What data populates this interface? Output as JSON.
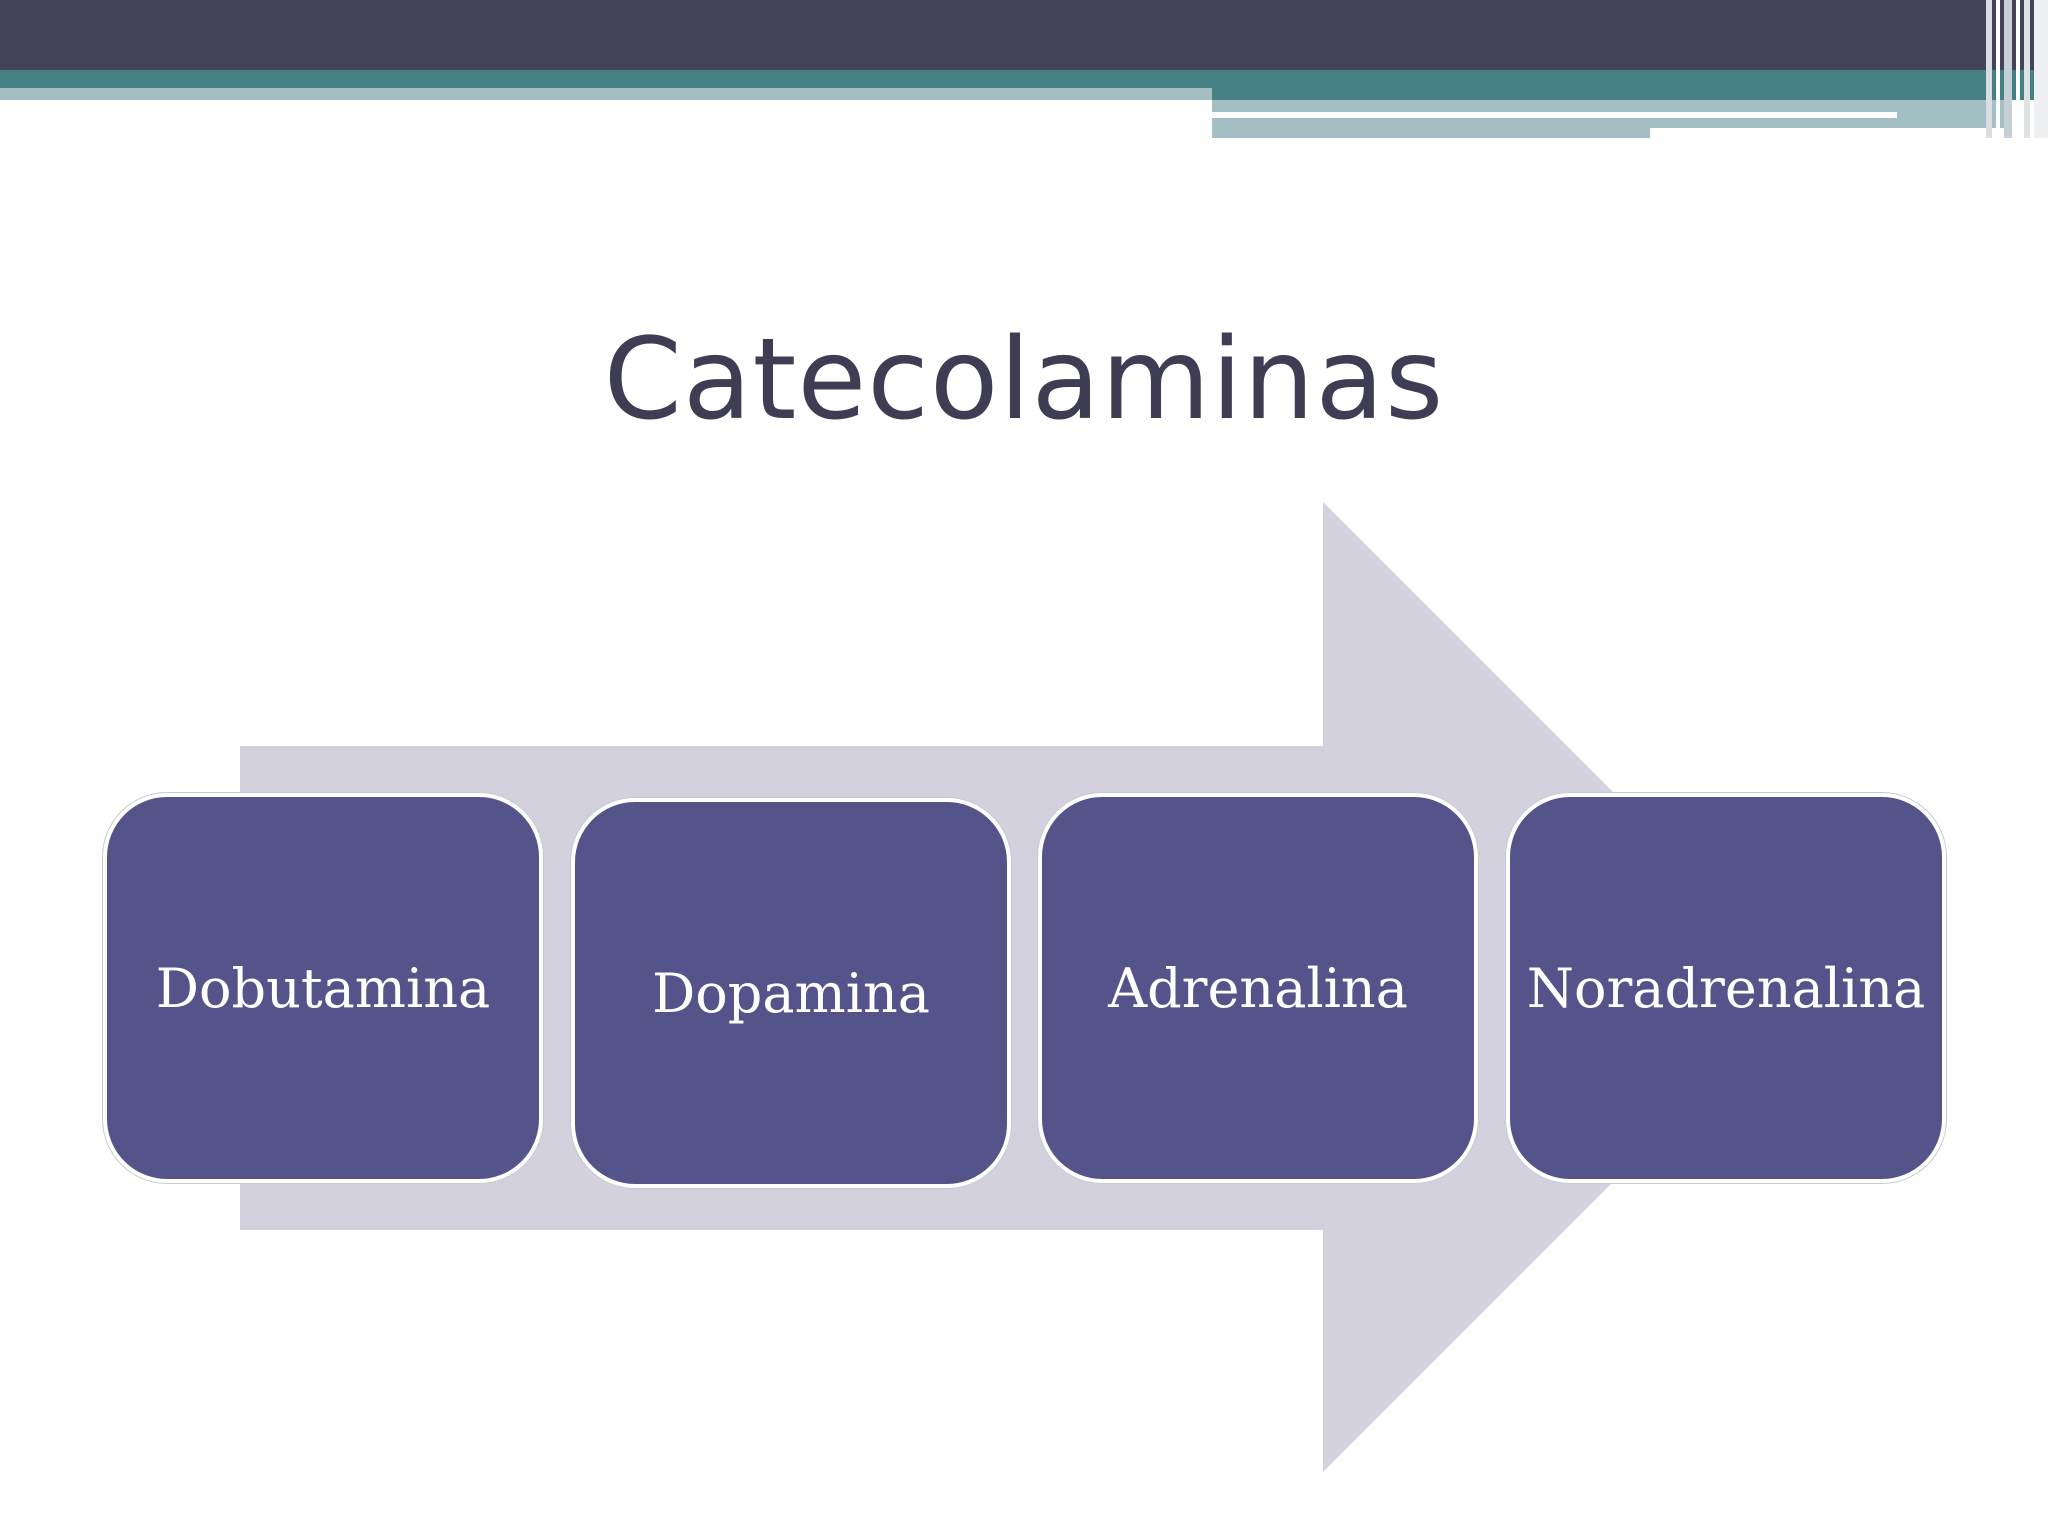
{
  "slide": {
    "title": "Catecolaminas"
  },
  "diagram": {
    "type": "process-arrow",
    "steps": [
      {
        "label": "Dobutamina"
      },
      {
        "label": "Dopamina"
      },
      {
        "label": "Adrenalina"
      },
      {
        "label": "Noradrenalina"
      }
    ]
  },
  "colors": {
    "header_dark": "#45435a",
    "header_teal": "#458085",
    "header_light": "#a4bfc3",
    "title": "#3f3d53",
    "box_fill": "#55548a",
    "arrow_fill": "#d2d1dd"
  }
}
